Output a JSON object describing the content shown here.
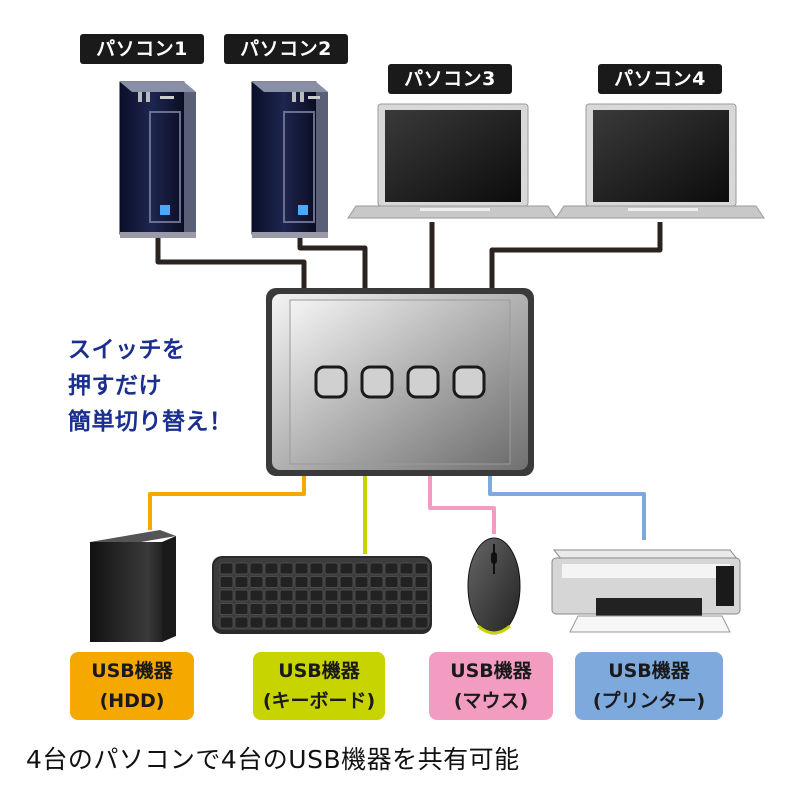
{
  "computers": [
    {
      "label": "パソコン1",
      "icon": "tower-pc-icon"
    },
    {
      "label": "パソコン2",
      "icon": "tower-pc-icon"
    },
    {
      "label": "パソコン3",
      "icon": "laptop-icon"
    },
    {
      "label": "パソコン4",
      "icon": "laptop-icon"
    }
  ],
  "tagline": {
    "line1": "スイッチを",
    "line2": "押すだけ",
    "line3": "簡単切り替え！",
    "color": "#1a2f8f"
  },
  "switch": {
    "button_count": 4,
    "icon": "usb-switch-icon"
  },
  "devices": [
    {
      "line1": "USB機器",
      "line2": "(HDD)",
      "icon": "hdd-icon",
      "color": "#f5a800"
    },
    {
      "line1": "USB機器",
      "line2": "(キーボード)",
      "icon": "keyboard-icon",
      "color": "#c8d400"
    },
    {
      "line1": "USB機器",
      "line2": "(マウス)",
      "icon": "mouse-icon",
      "color": "#f29cc2"
    },
    {
      "line1": "USB機器",
      "line2": "(プリンター)",
      "icon": "printer-icon",
      "color": "#7ea9dc"
    }
  ],
  "caption": "4台のパソコンで4台のUSB機器を共有可能"
}
